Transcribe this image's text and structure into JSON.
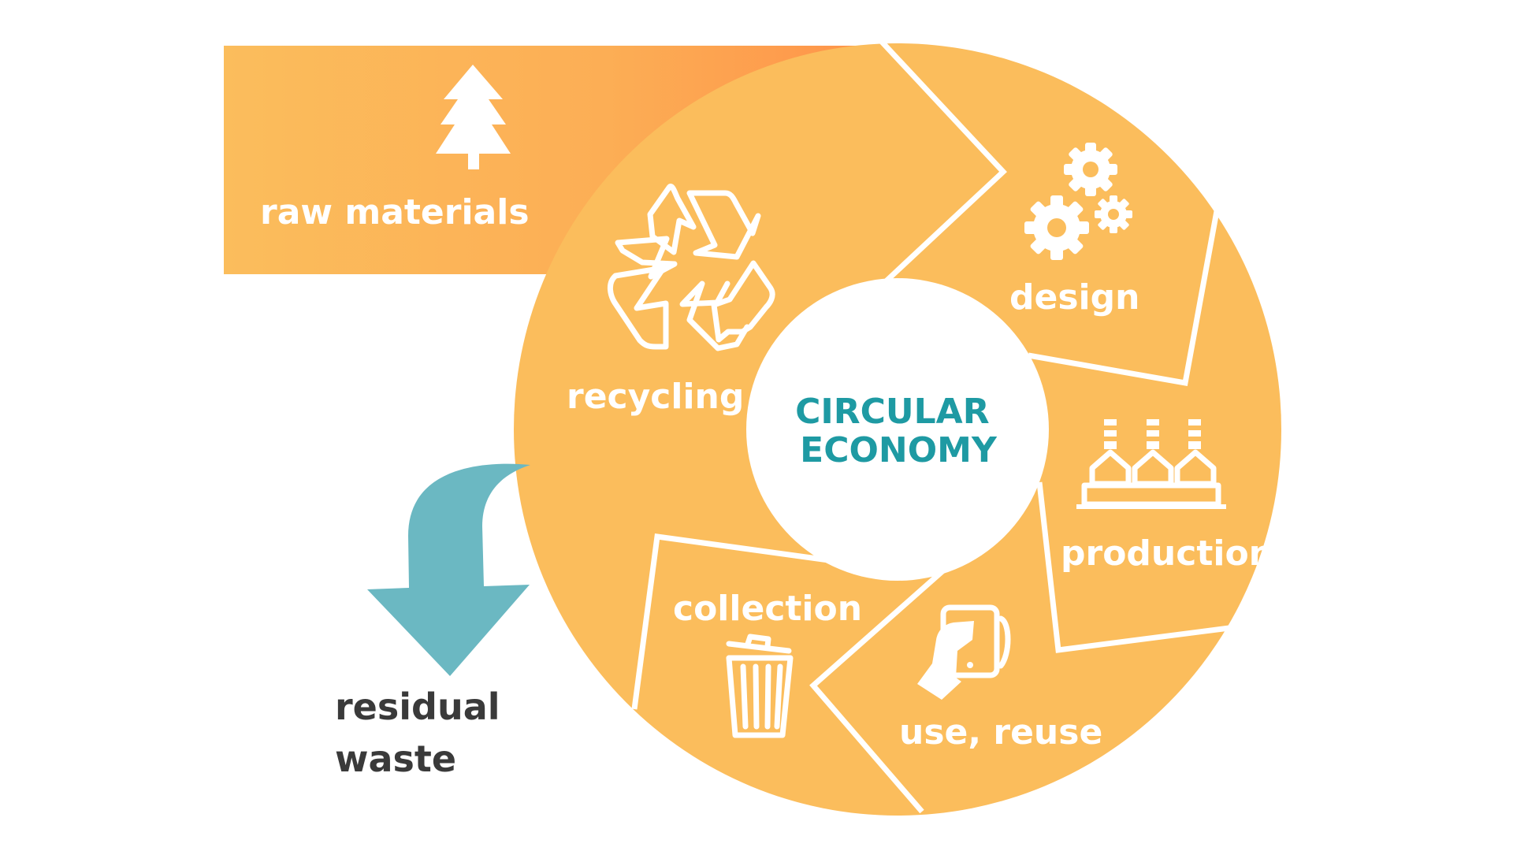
{
  "diagram": {
    "center": [
      "CIRCULAR",
      "ECONOMY"
    ],
    "inflow": "raw materials",
    "outflow": [
      "residual",
      "waste"
    ],
    "stages": {
      "design": "design",
      "production": "production",
      "use": "use, reuse",
      "collection": "collection",
      "recycling": "recycling"
    },
    "icons": {
      "inflow": "tree-icon",
      "design": "gears-icon",
      "production": "factory-icon",
      "use": "tablet-hand-icon",
      "collection": "trash-can-icon",
      "recycling": "recycle-icon"
    }
  },
  "colors": {
    "ring": "#FBBD5C",
    "inflow_start": "#FBBD5C",
    "inflow_end": "#FF9448",
    "center_text": "#1E9AA3",
    "outflow_arrow": "#6BB8C2",
    "dark_text": "#3A3A3A"
  }
}
